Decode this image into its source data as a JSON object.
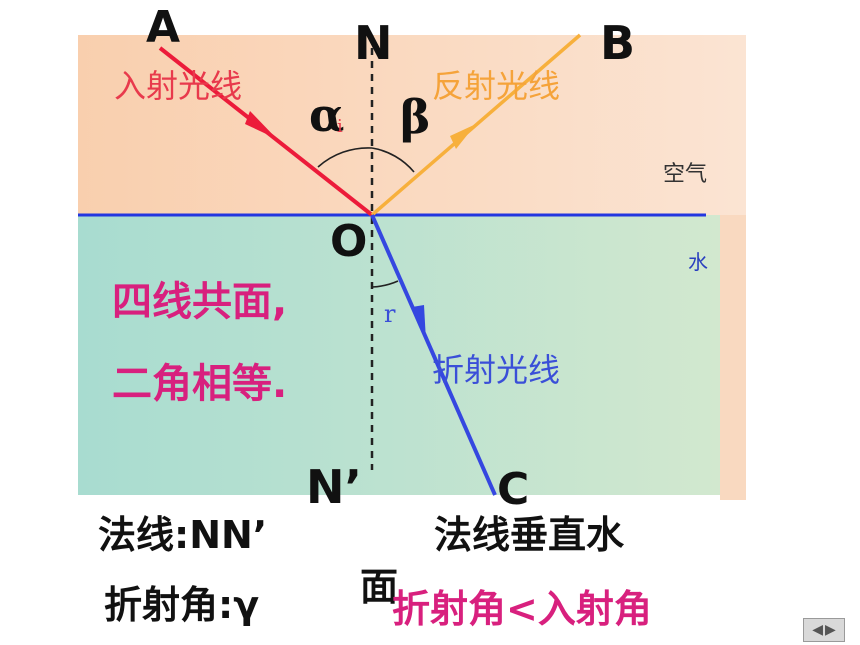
{
  "points": {
    "A": "A",
    "N": "N",
    "B": "B",
    "O": "O",
    "N_prime": "N’",
    "C": "C"
  },
  "angles": {
    "alpha": "α",
    "beta": "β",
    "r": "r",
    "i": "i"
  },
  "rays": {
    "incident": "入射光线",
    "reflected": "反射光线",
    "refracted": "折射光线"
  },
  "media": {
    "air": "空气",
    "water": "水"
  },
  "summary": {
    "line1": "四线共面,",
    "line2": "二角相等."
  },
  "captions": {
    "normal": "法线:NN’",
    "perpendicular_part1": "法线垂直水",
    "perpendicular_part2": "面",
    "refraction_angle": "折射角:γ",
    "comparison": "折射角<入射角"
  },
  "colors": {
    "air_gradient_start": "#f9cfae",
    "air_gradient_end": "#fbe4d3",
    "water_gradient_start": "#a8dcd0",
    "water_gradient_end": "#d2e8cf",
    "interface": "#2336e0",
    "incident_ray": "#ec1b3a",
    "reflected_ray": "#f7b03c",
    "refracted_ray": "#3547e0"
  },
  "nav": {
    "prev": "◀",
    "next": "▶"
  }
}
